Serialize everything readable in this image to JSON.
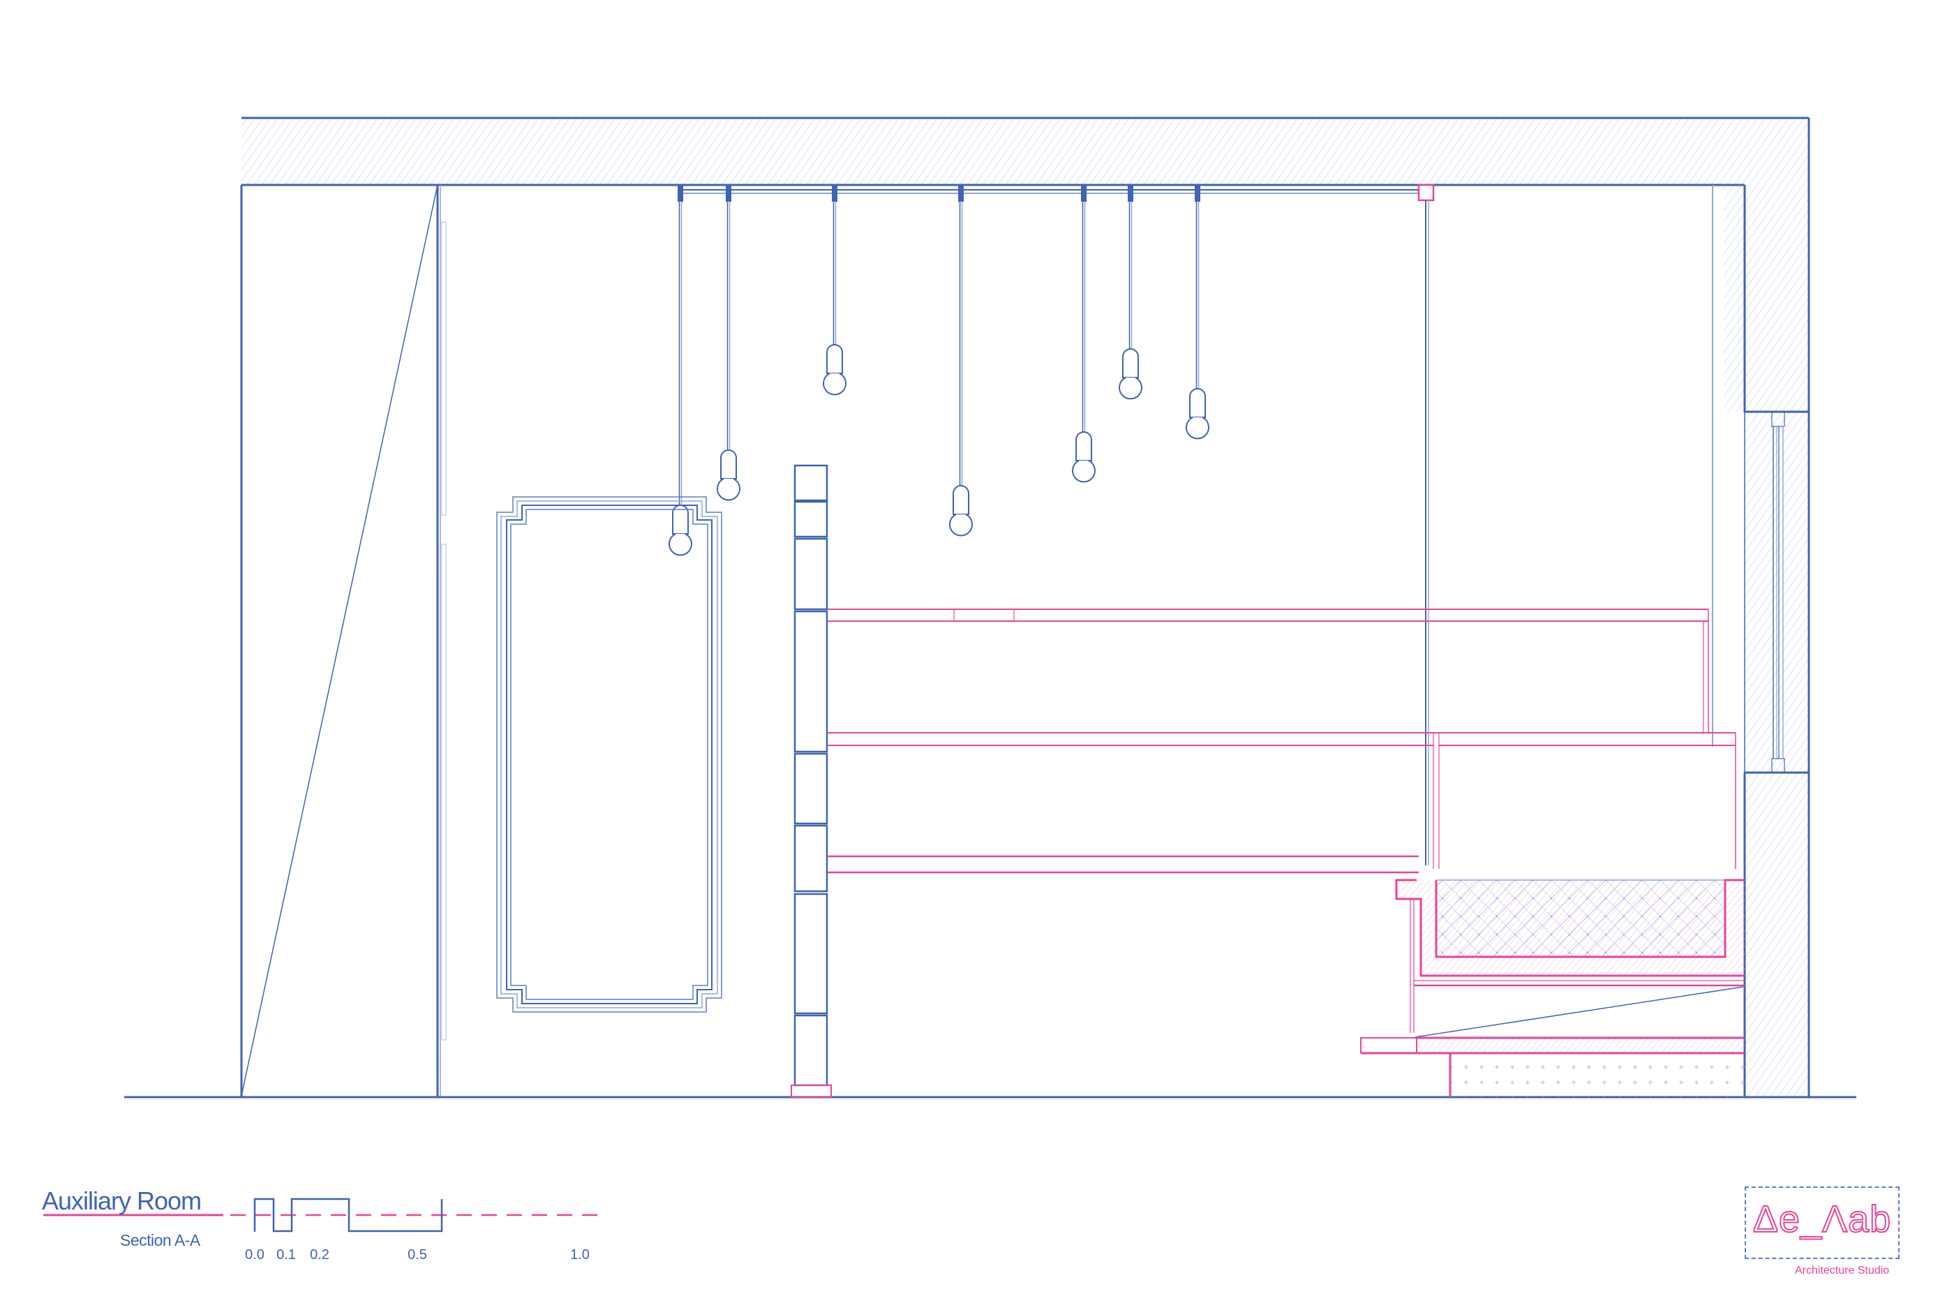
{
  "drawing": {
    "title": "Auxiliary Room",
    "section": "Section A-A",
    "view": "architectural section",
    "colors": {
      "primary_line": "#3f63b5",
      "light_line": "#8fa6d6",
      "hatch": "#c9d4ee",
      "accent": "#e8449a",
      "background": "#ffffff"
    },
    "elements": {
      "pendant_lights_count": 7,
      "glass_block_column_segments": 8,
      "wall_shelves_count": 3,
      "mirror_frames_count": 1
    }
  },
  "scale_bar": {
    "ticks": [
      "0.0",
      "0.1",
      "0.2",
      "0.5",
      "1.0"
    ]
  },
  "logo": {
    "text": "Δe_Λab",
    "subtitle": "Architecture Studio"
  }
}
